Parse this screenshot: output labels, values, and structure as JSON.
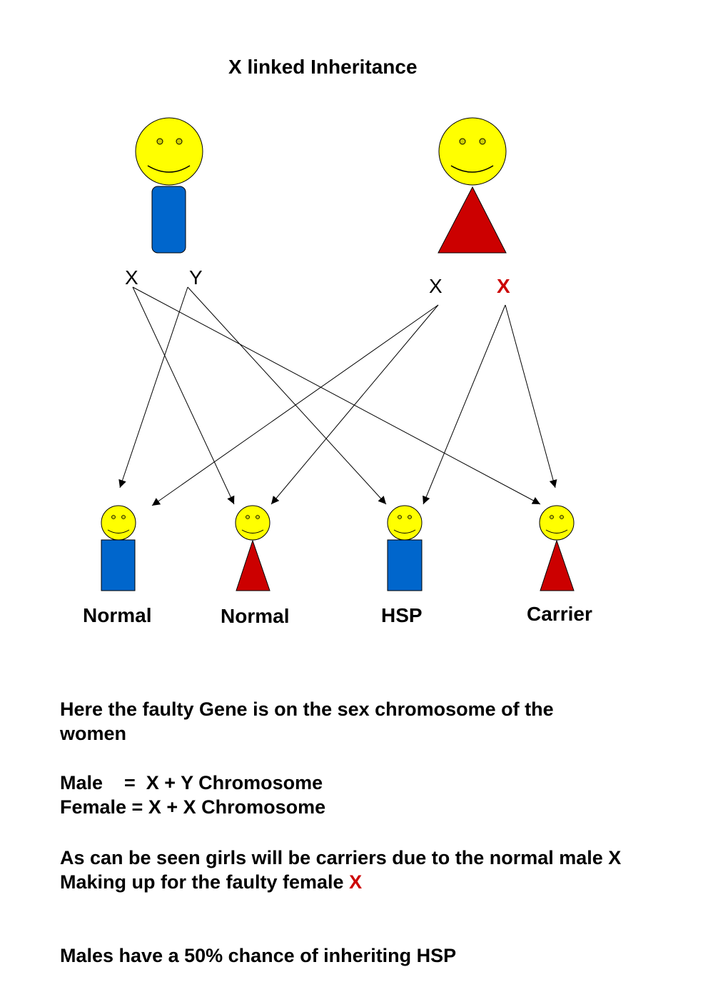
{
  "title": "X linked Inheritance",
  "colors": {
    "face": "#ffff00",
    "male_body": "#0066cc",
    "female_body": "#cc0000",
    "faulty_allele": "#cc0000",
    "outline": "#000000"
  },
  "parents": {
    "father": {
      "alleles": [
        "X",
        "Y"
      ]
    },
    "mother": {
      "alleles": [
        "X",
        "X"
      ],
      "faulty_allele_index": 1
    }
  },
  "children": [
    {
      "label": "Normal",
      "sex": "male"
    },
    {
      "label": "Normal",
      "sex": "female"
    },
    {
      "label": "HSP",
      "sex": "male"
    },
    {
      "label": "Carrier",
      "sex": "female"
    }
  ],
  "notes": {
    "para1": "Here the faulty Gene is on the sex chromosome of the women",
    "male_line": "Male    =  X + Y Chromosome",
    "female_line": "Female = X + X Chromosome",
    "para3_line1": "As can be seen girls will be carriers due to the normal male X",
    "para3_line2_prefix": "Making up for the faulty female ",
    "para3_line2_highlight": "X",
    "para4": "Males have a 50% chance of inheriting HSP"
  }
}
